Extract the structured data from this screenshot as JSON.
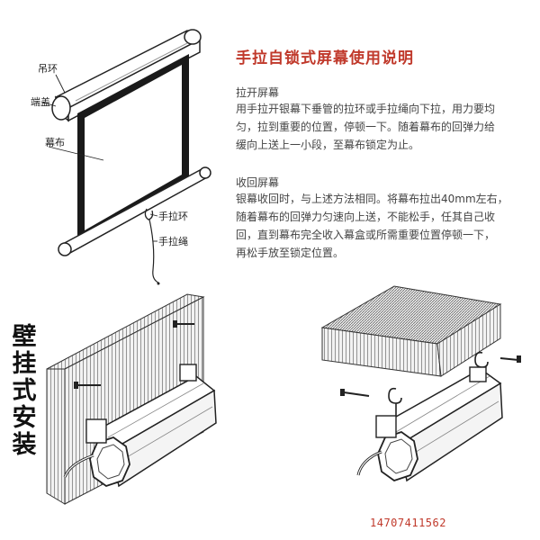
{
  "title": "手拉自锁式屏幕使用说明",
  "pull_open": {
    "heading": "拉开屏幕",
    "lines": [
      "用手拉开银幕下垂管的拉环或手拉绳向下拉，用力要均",
      "匀，拉到重要的位置，停顿一下。随着幕布的回弹力给",
      "缓向上送上一小段，至幕布锁定为止。"
    ]
  },
  "retract": {
    "heading": "收回屏幕",
    "lines": [
      "银幕收回时，与上述方法相同。将幕布拉出40mm左右，",
      "随着幕布的回弹力匀速向上送，不能松手，任其自己收",
      "回，直到幕布完全收入幕盒或所需重要位置停顿一下，",
      "再松手放至锁定位置。"
    ]
  },
  "diagram_labels": {
    "hanging_ring": "吊环",
    "end_cap": "端盖",
    "screen_fabric": "幕布",
    "pull_ring": "手拉环",
    "pull_cord": "手拉绳"
  },
  "wall_mount_chars": [
    "壁",
    "挂",
    "式",
    "安",
    "装"
  ],
  "phone": "14707411562",
  "colors": {
    "title": "#c0392b",
    "phone": "#c0392b",
    "fabric_border": "#1a1a1a"
  }
}
